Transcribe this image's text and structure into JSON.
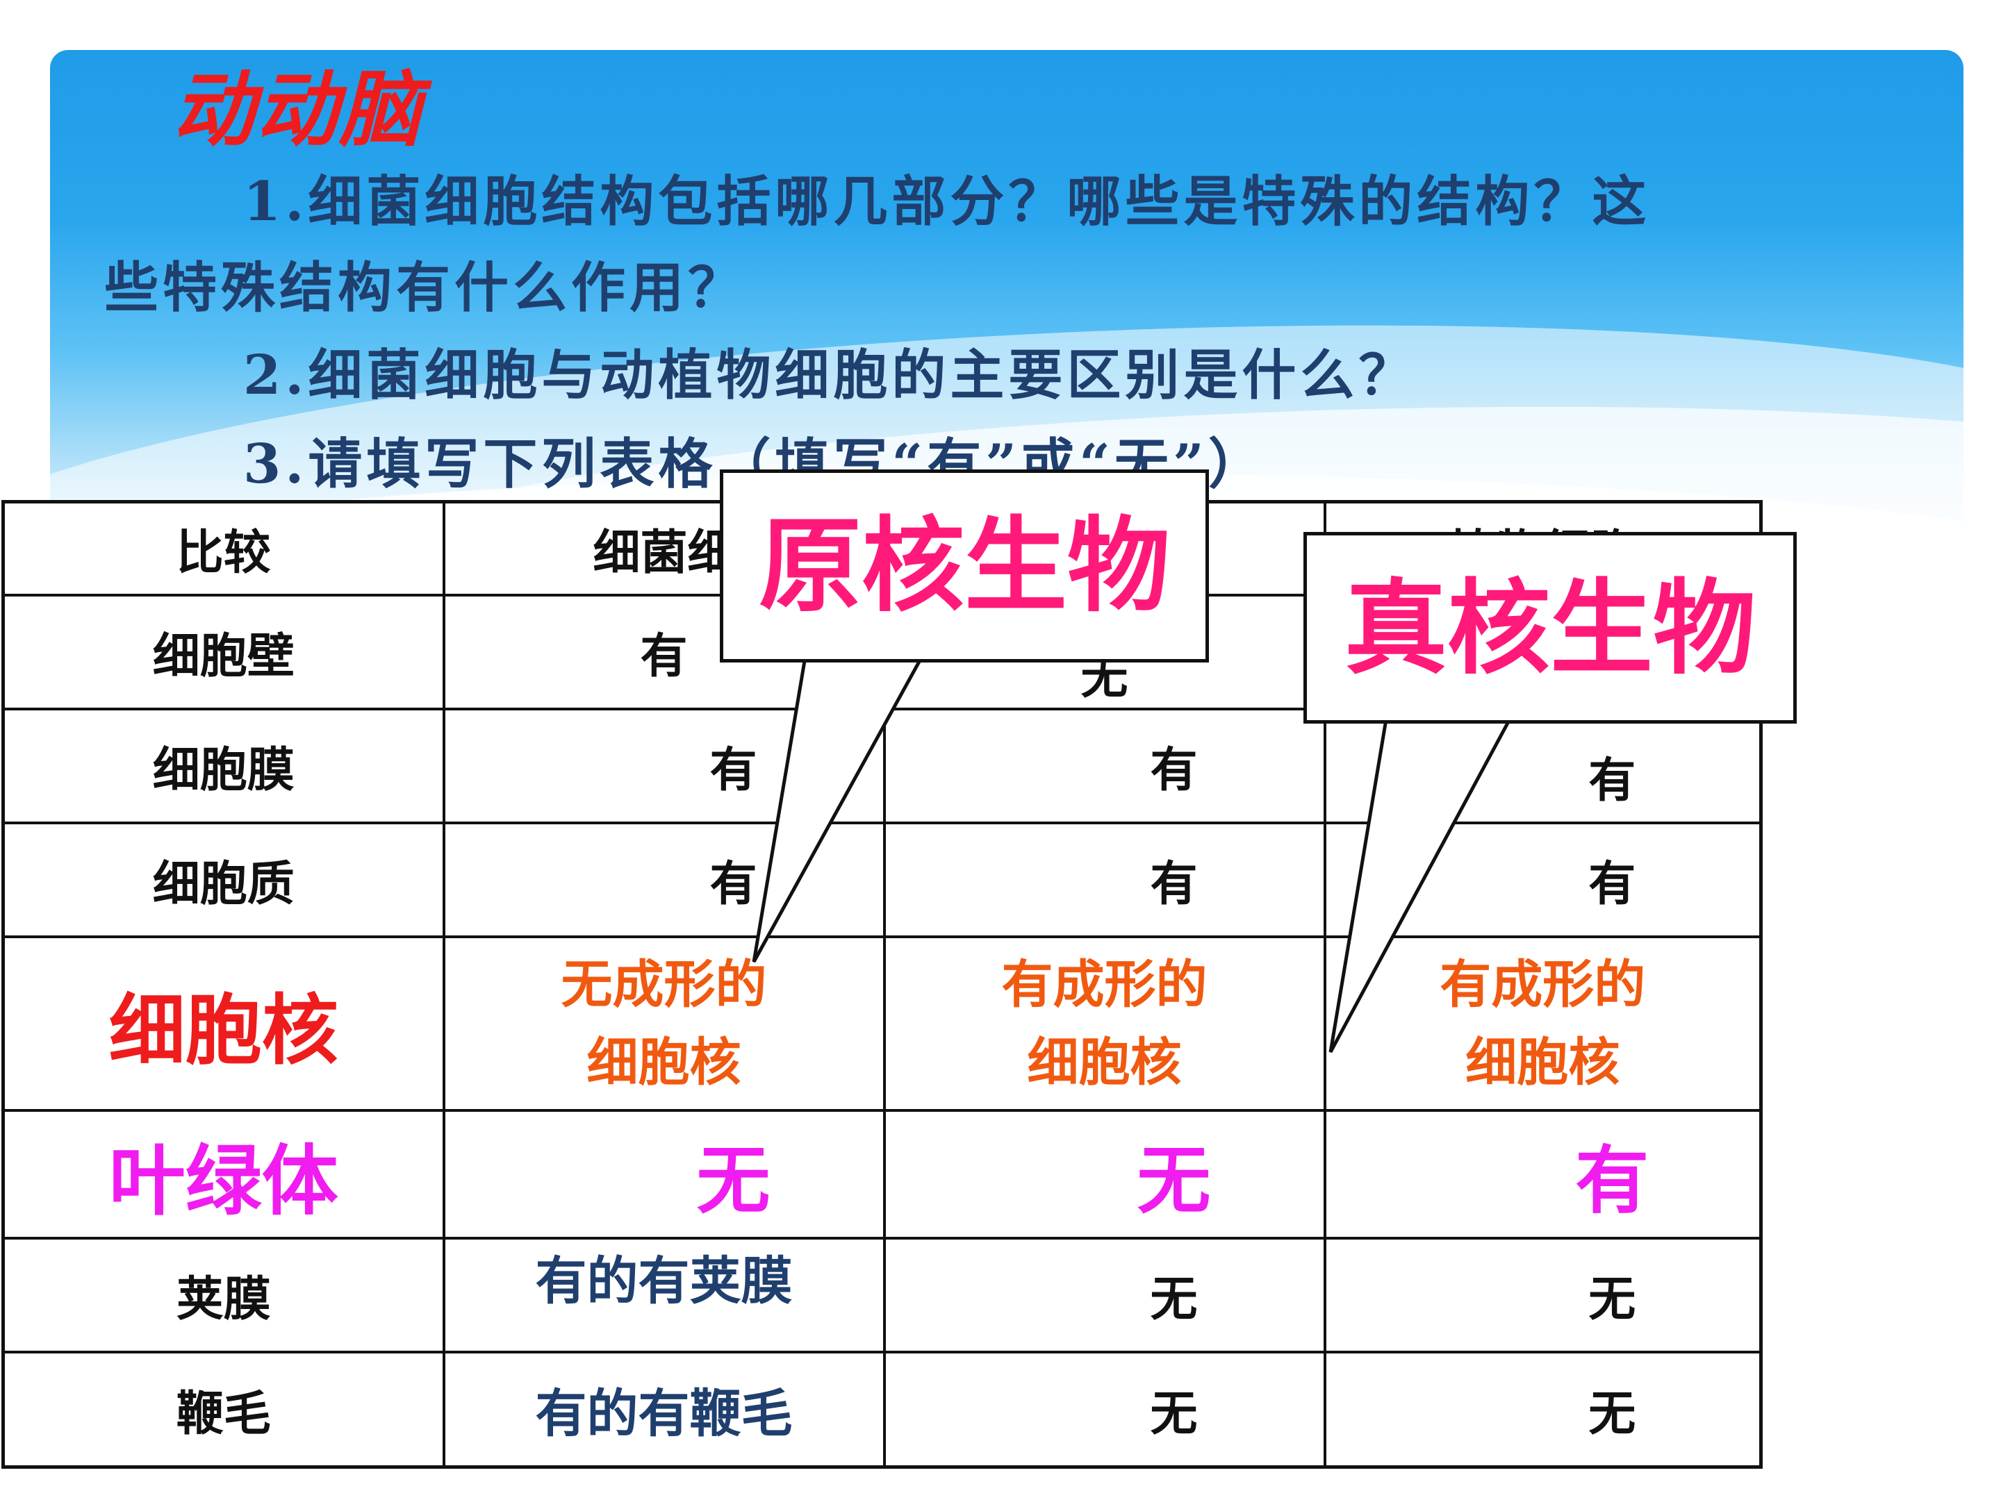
{
  "slide": {
    "title": "动动脑",
    "q1_line1": "1.细菌细胞结构包括哪几部分？哪些是特殊的结构？这",
    "q1_line2": "些特殊结构有什么作用？",
    "q2": "2.细菌细胞与动植物细胞的主要区别是什么？",
    "q3": "3.请填写下列表格（填写“有”或“无”）"
  },
  "table": {
    "header": [
      "比较",
      "细菌细",
      "",
      "植物细胞"
    ],
    "rows": [
      {
        "label": "细胞壁",
        "c1": "有",
        "c2": "无",
        "c3": ""
      },
      {
        "label": "细胞膜",
        "c1": "有",
        "c2": "有",
        "c3": "有"
      },
      {
        "label": "细胞质",
        "c1": "有",
        "c2": "有",
        "c3": "有"
      },
      {
        "label": "细胞核",
        "c1a": "无成形的",
        "c1b": "细胞核",
        "c2a": "有成形的",
        "c2b": "细胞核",
        "c3a": "有成形的",
        "c3b": "细胞核"
      },
      {
        "label": "叶绿体",
        "c1": "无",
        "c2": "无",
        "c3": "有"
      },
      {
        "label": "荚膜",
        "c1": "有的有荚膜",
        "c2": "无",
        "c3": "无"
      },
      {
        "label": "鞭毛",
        "c1": "有的有鞭毛",
        "c2": "无",
        "c3": "无"
      }
    ]
  },
  "callouts": {
    "prokaryote": "原核生物",
    "eukaryote": "真核生物"
  },
  "colors": {
    "title_red": "#ee1c1c",
    "question_navy": "#1f3f6e",
    "nucleus_orange": "#f05a10",
    "chloroplast_magenta": "#f01cf0",
    "callout_pink": "#ff1a7a",
    "banner_blue": "#1f9be8"
  }
}
